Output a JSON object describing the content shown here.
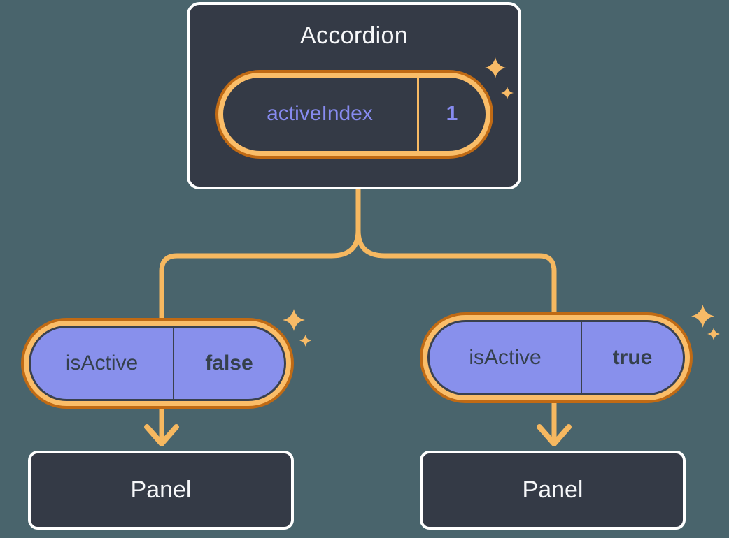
{
  "diagram": {
    "root": {
      "title": "Accordion",
      "state": {
        "name": "activeIndex",
        "value": "1"
      }
    },
    "children": [
      {
        "prop": {
          "name": "isActive",
          "value": "false"
        },
        "label": "Panel"
      },
      {
        "prop": {
          "name": "isActive",
          "value": "true"
        },
        "label": "Panel"
      }
    ],
    "colors": {
      "background": "#49646C",
      "box_fill": "#343A46",
      "box_border": "#FFFFFF",
      "ring_outer_orange": "#C06A14",
      "ring_inner_amber": "#FABD68",
      "pill_purple": "#8890EC",
      "pill_outline_dark": "#3A414E",
      "text_light": "#F6F7F9",
      "text_purple": "#878BF0",
      "text_dark": "#35404C",
      "connector_amber": "#F6B860",
      "sparkle_amber": "#F8BB67"
    }
  }
}
